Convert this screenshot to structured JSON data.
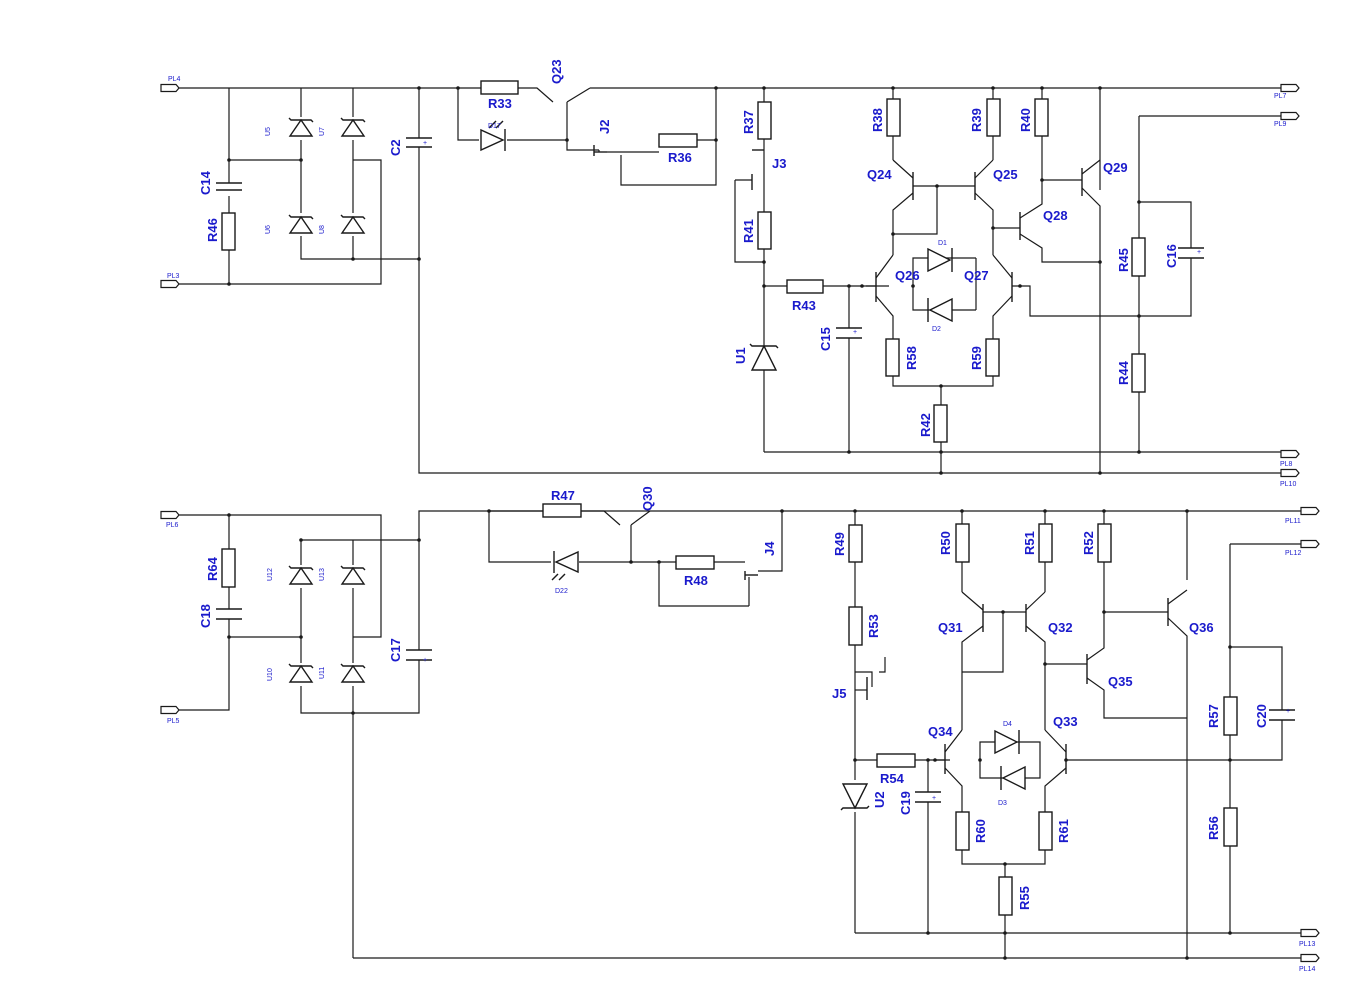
{
  "labels": {
    "PL4": "PL4",
    "PL3": "PL3",
    "PL7": "PL7",
    "PL9": "PL9",
    "PL8": "PL8",
    "PL10": "PL10",
    "PL6": "PL6",
    "PL5": "PL5",
    "PL11": "PL11",
    "PL12": "PL12",
    "PL13": "PL13",
    "PL14": "PL14",
    "C14": "C14",
    "R46": "R46",
    "U5": "U5",
    "U6": "U6",
    "U7": "U7",
    "U8": "U8",
    "C2": "C2",
    "R33": "R33",
    "Q23": "Q23",
    "D17": "D17",
    "J2": "J2",
    "R36": "R36",
    "R37": "R37",
    "J3": "J3",
    "R41": "R41",
    "R43": "R43",
    "U1": "U1",
    "C15": "C15",
    "R38": "R38",
    "R39": "R39",
    "R40": "R40",
    "Q24": "Q24",
    "Q25": "Q25",
    "Q29": "Q29",
    "Q28": "Q28",
    "D1": "D1",
    "D2": "D2",
    "Q26": "Q26",
    "Q27": "Q27",
    "R58": "R58",
    "R59": "R59",
    "R42": "R42",
    "R45": "R45",
    "C16": "C16",
    "R44": "R44",
    "R64": "R64",
    "C18": "C18",
    "U12": "U12",
    "U13": "U13",
    "U10": "U10",
    "U11": "U11",
    "C17": "C17",
    "R47": "R47",
    "Q30": "Q30",
    "D22": "D22",
    "R48": "R48",
    "J4": "J4",
    "R49": "R49",
    "R53": "R53",
    "J5": "J5",
    "U2": "U2",
    "R54": "R54",
    "C19": "C19",
    "R50": "R50",
    "R51": "R51",
    "R52": "R52",
    "Q31": "Q31",
    "Q32": "Q32",
    "Q36": "Q36",
    "Q35": "Q35",
    "Q34": "Q34",
    "Q33": "Q33",
    "D4": "D4",
    "D3": "D3",
    "R60": "R60",
    "R61": "R61",
    "R55": "R55",
    "R57": "R57",
    "C20": "C20",
    "R56": "R56"
  },
  "plus": "+"
}
